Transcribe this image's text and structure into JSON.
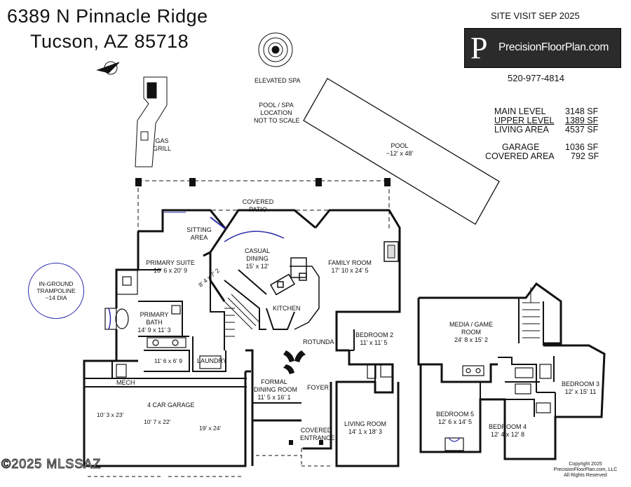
{
  "address": {
    "line1": "6389 N Pinnacle Ridge",
    "line2": "Tucson, AZ  85718"
  },
  "header": {
    "site_visit": "SITE VISIT SEP 2025",
    "phone": "520-977-4814"
  },
  "logo": {
    "mark": "P",
    "text": "PrecisionFloorPlan.com"
  },
  "areas": [
    {
      "label": "MAIN LEVEL",
      "value": "3148 SF"
    },
    {
      "label": "UPPER LEVEL",
      "value": "1389 SF"
    },
    {
      "label": "LIVING AREA",
      "value": "4537 SF"
    },
    {
      "label": "GARAGE",
      "value": "1036 SF"
    },
    {
      "label": "COVERED AREA",
      "value": "792 SF"
    }
  ],
  "rooms": {
    "elevated_spa": "ELEVATED SPA",
    "pool_note": [
      "POOL / SPA",
      "LOCATION",
      "NOT TO SCALE"
    ],
    "pool": [
      "POOL",
      "~12' x 48'"
    ],
    "gas_grill": [
      "GAS",
      "GRILL"
    ],
    "covered_patio": [
      "COVERED",
      "PATIO"
    ],
    "sitting_area": [
      "SITTING",
      "AREA"
    ],
    "primary_suite": [
      "PRIMARY SUITE",
      "16' 6 x 20' 9"
    ],
    "casual_dining": [
      "CASUAL",
      "DINING",
      "15' x 12'"
    ],
    "family_room": [
      "FAMILY ROOM",
      "17' 10 x 24' 5"
    ],
    "trampoline": [
      "IN-GROUND",
      "TRAMPOLINE",
      "~14 DIA"
    ],
    "closet_dim": "8' 4 x 7' 2",
    "primary_bath": [
      "PRIMARY",
      "BATH",
      "14' 9 x 11' 3"
    ],
    "kitchen": "KITCHEN",
    "bedroom2": [
      "BEDROOM 2",
      "11' x 11' 5"
    ],
    "rotunda": "ROTUNDA",
    "closet2_dim": "11' 6 x 6' 9",
    "laundry": "LAUNDRY",
    "mech": "MECH",
    "garage": "4 CAR GARAGE",
    "garage_dims": [
      "10' 3 x 23'",
      "10' 7 x 22'",
      "19' x 24'"
    ],
    "formal_dining": [
      "FORMAL",
      "DINING ROOM",
      "11' 5 x 16' 1"
    ],
    "foyer": "FOYER",
    "living_room": [
      "LIVING ROOM",
      "14' 1 x 18' 3"
    ],
    "covered_entrance": [
      "COVERED",
      "ENTRANCE"
    ],
    "media_room": [
      "MEDIA / GAME",
      "ROOM",
      "24' 8 x 15' 2"
    ],
    "bedroom3": [
      "BEDROOM 3",
      "12' x 15' 11"
    ],
    "bedroom5": [
      "BEDROOM 5",
      "12' 6 x 14' 5"
    ],
    "bedroom4": [
      "BEDROOM 4",
      "12' 4 x 12' 8"
    ]
  },
  "copyright": [
    "Copyright 2025",
    "PrecisionFloorPlan.com, LLC",
    "All Rights Reserved"
  ],
  "watermark": "©2025 MLSSAZ"
}
